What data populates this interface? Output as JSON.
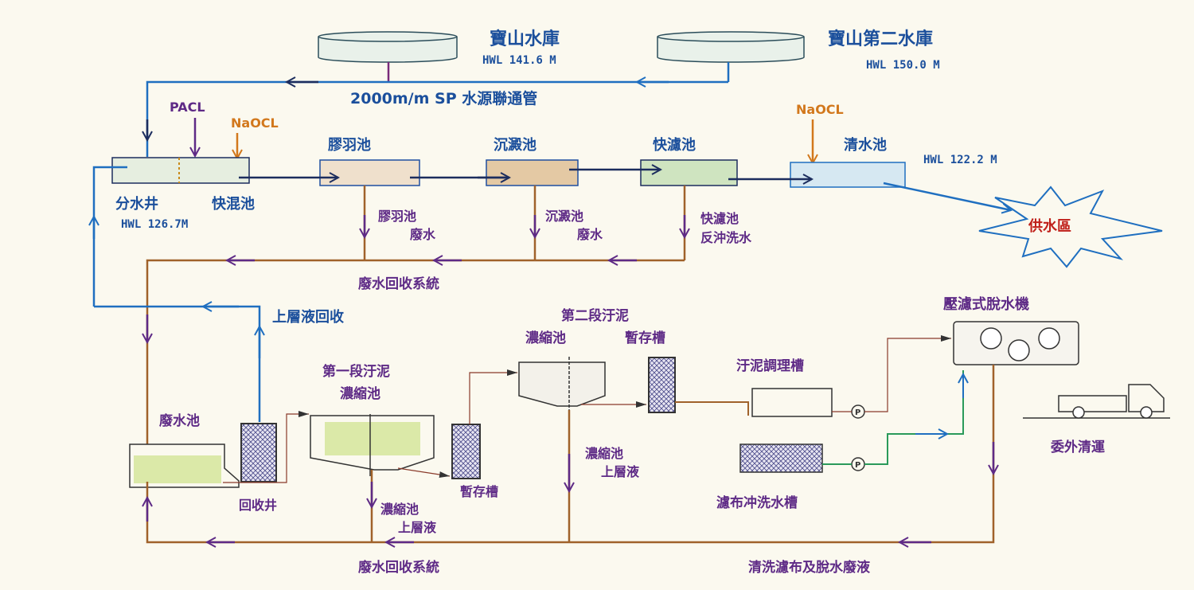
{
  "title": "寶山淨水場處理流程",
  "reservoirs": [
    {
      "name": "寶山水庫",
      "hwl": "HWL 141.6 M"
    },
    {
      "name": "寶山第二水庫",
      "hwl": "HWL 150.0 M"
    }
  ],
  "pipe_label": "2000m/m SP 水源聯通管",
  "chemicals": {
    "pacl": "PACL",
    "naocl1": "NaOCL",
    "naocl2": "NaOCL"
  },
  "units": {
    "split_well": "分水井",
    "rapid_mix": "快混池",
    "split_hwl": "HWL 126.7M",
    "floc": "膠羽池",
    "sed": "沉澱池",
    "filter": "快濾池",
    "clear": "清水池",
    "clear_hwl": "HWL 122.2 M",
    "supply": "供水區"
  },
  "waste": {
    "floc_waste": [
      "膠羽池",
      "廢水"
    ],
    "sed_waste": [
      "沉澱池",
      "廢水"
    ],
    "filter_waste": [
      "快濾池",
      "反沖洗水"
    ],
    "recovery_system_top": "廢水回收系統",
    "supernatant_return": "上層液回收",
    "waste_pool": "廢水池",
    "recovery_well": "回收井",
    "thick1_title": "第一段汙泥",
    "thick1_name": "濃縮池",
    "storage1": "暫存槽",
    "thick1_super": [
      "濃縮池",
      "上層液"
    ],
    "thick2_title": "第二段汙泥",
    "thick2_name": "濃縮池",
    "storage2": "暫存槽",
    "thick2_super": [
      "濃縮池",
      "上層液"
    ],
    "conditioning": "汙泥調理槽",
    "cloth_wash": "濾布冲洗水槽",
    "press": "壓濾式脫水機",
    "outsource": "委外清運",
    "recovery_system_bottom": "廢水回收系統",
    "wash_waste": "清洗濾布及脫水廢液",
    "pump": "P"
  },
  "colors": {
    "blue_line": "#1f6fc0",
    "navy_line": "#1c2d5e",
    "brown_line": "#a0622a",
    "purple_arrow": "#5e2a86",
    "orange": "#d2781c"
  }
}
